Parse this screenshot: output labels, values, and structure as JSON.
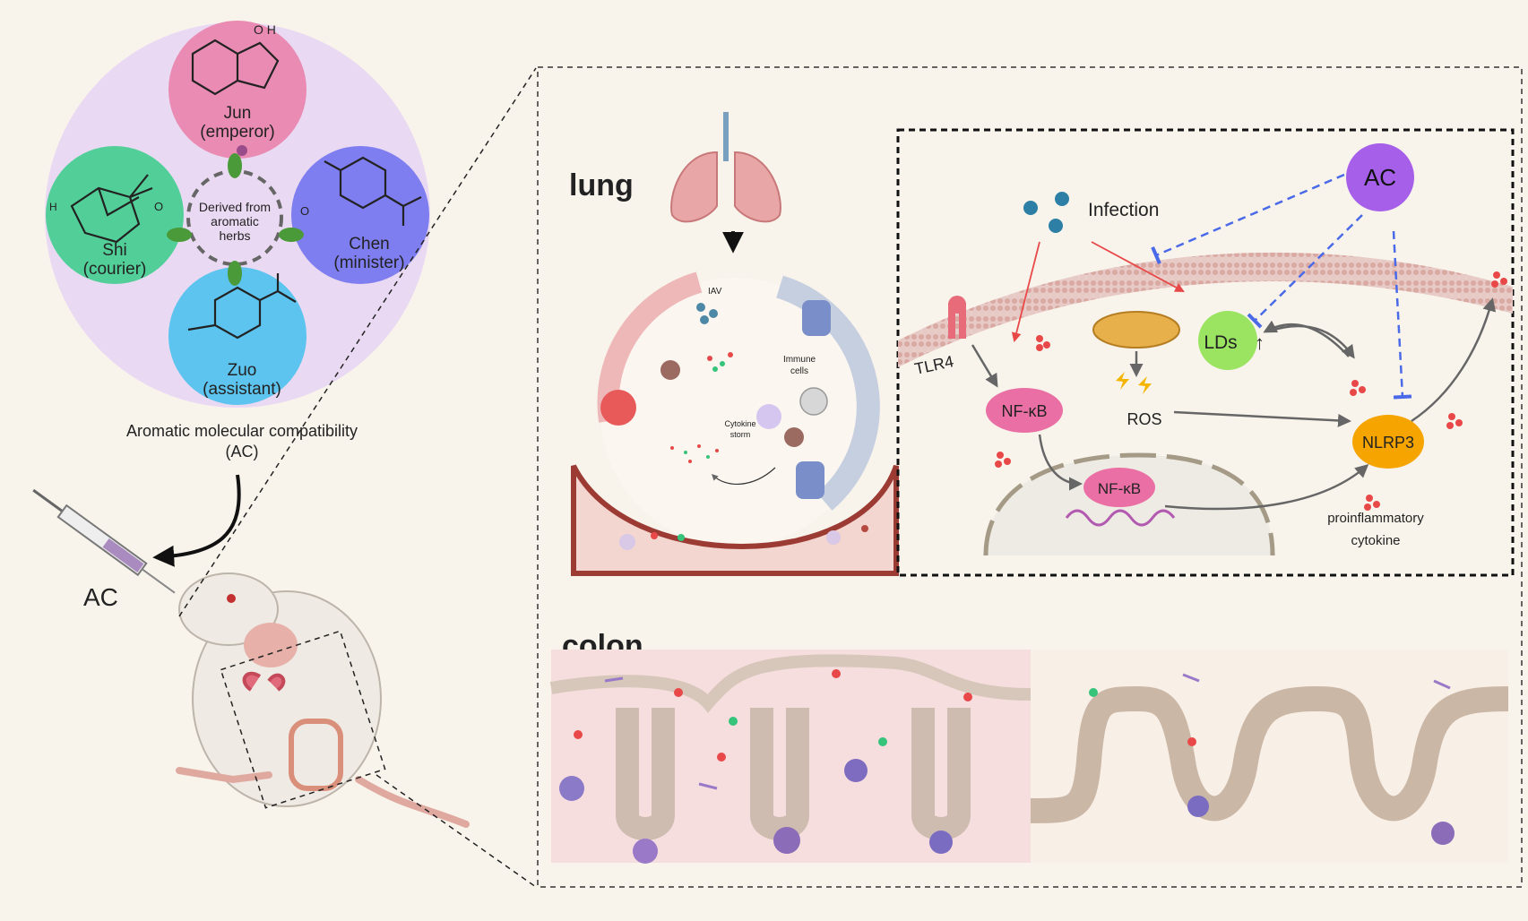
{
  "formula": {
    "herbs": [
      {
        "name": "Jun",
        "role": "(emperor)",
        "color": "#e98bb2"
      },
      {
        "name": "Chen",
        "role": "(minister)",
        "color": "#7f7ef0"
      },
      {
        "name": "Shi",
        "role": "(courier)",
        "color": "#52cf98"
      },
      {
        "name": "Zuo",
        "role": "(assistant)",
        "color": "#5cc4ee"
      }
    ],
    "center_line1": "Derived from",
    "center_line2": "aromatic",
    "center_line3": "herbs",
    "chem_labels": {
      "oh": "O H",
      "o_shi": "O",
      "h_shi": "H",
      "o_chen": "O"
    },
    "caption_line1": "Aromatic molecular compatibility",
    "caption_line2": "(AC)",
    "ac_label": "AC"
  },
  "lung": {
    "title": "lung",
    "iav": "IAV",
    "immune_line1": "Immune",
    "immune_line2": "cells",
    "storm_line1": "Cytokine",
    "storm_line2": "storm"
  },
  "pathway": {
    "infection": "Infection",
    "ac": "AC",
    "tlr4": "TLR4",
    "nfkb_cyto": "NF-κB",
    "nfkb_nuc": "NF-κB",
    "ros": "ROS",
    "lds": "LDs",
    "lds_arrow": "↑",
    "nlrp3": "NLRP3",
    "cytokine_line1": "proinflammatory",
    "cytokine_line2": "cytokine"
  },
  "colon": {
    "title": "colon"
  },
  "colors": {
    "background": "#f8f4ec",
    "ac_node": "#a55fe8",
    "lds_node": "#9be462",
    "nlrp3_node": "#f6a400",
    "nfkb_node": "#ea6fa4",
    "inhibit_line": "#4a6ae8",
    "activate_line": "#e84848"
  }
}
